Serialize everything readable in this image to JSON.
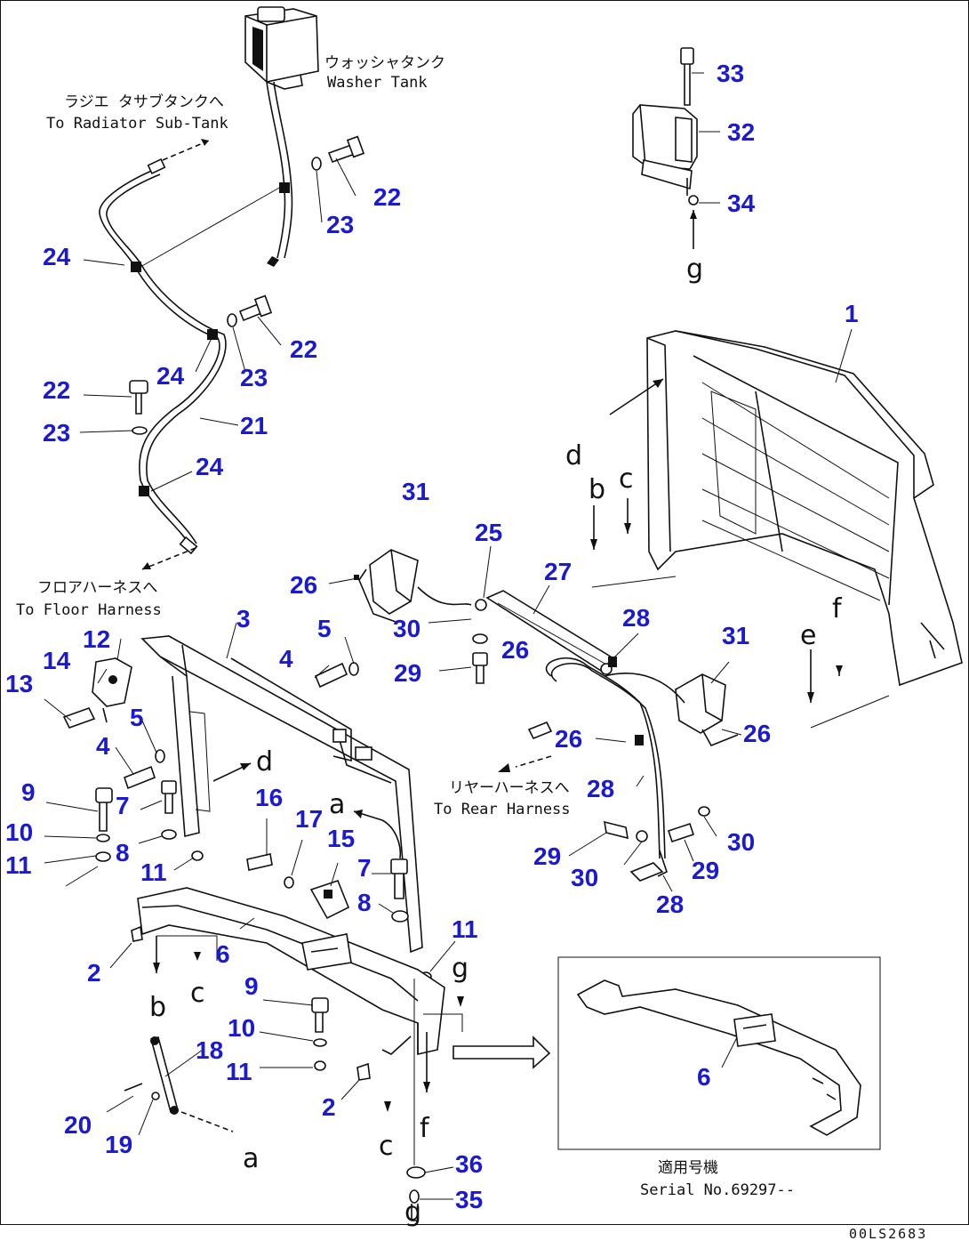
{
  "part_numbers": [
    {
      "id": "p1",
      "label": "1"
    },
    {
      "id": "p3",
      "label": "3"
    },
    {
      "id": "p4a",
      "label": "4"
    },
    {
      "id": "p4b",
      "label": "4"
    },
    {
      "id": "p5a",
      "label": "5"
    },
    {
      "id": "p5b",
      "label": "5"
    },
    {
      "id": "p2a",
      "label": "2"
    },
    {
      "id": "p2b",
      "label": "2"
    },
    {
      "id": "p6a",
      "label": "6"
    },
    {
      "id": "p6b",
      "label": "6"
    },
    {
      "id": "p7a",
      "label": "7"
    },
    {
      "id": "p7b",
      "label": "7"
    },
    {
      "id": "p8a",
      "label": "8"
    },
    {
      "id": "p8b",
      "label": "8"
    },
    {
      "id": "p9a",
      "label": "9"
    },
    {
      "id": "p9b",
      "label": "9"
    },
    {
      "id": "p10a",
      "label": "10"
    },
    {
      "id": "p10b",
      "label": "10"
    },
    {
      "id": "p11a",
      "label": "11"
    },
    {
      "id": "p11b",
      "label": "11"
    },
    {
      "id": "p11c",
      "label": "11"
    },
    {
      "id": "p11d",
      "label": "11"
    },
    {
      "id": "p12",
      "label": "12"
    },
    {
      "id": "p13",
      "label": "13"
    },
    {
      "id": "p14",
      "label": "14"
    },
    {
      "id": "p15",
      "label": "15"
    },
    {
      "id": "p16",
      "label": "16"
    },
    {
      "id": "p17",
      "label": "17"
    },
    {
      "id": "p18",
      "label": "18"
    },
    {
      "id": "p19",
      "label": "19"
    },
    {
      "id": "p20",
      "label": "20"
    },
    {
      "id": "p21",
      "label": "21"
    },
    {
      "id": "p22a",
      "label": "22"
    },
    {
      "id": "p22b",
      "label": "22"
    },
    {
      "id": "p22c",
      "label": "22"
    },
    {
      "id": "p23a",
      "label": "23"
    },
    {
      "id": "p23b",
      "label": "23"
    },
    {
      "id": "p23c",
      "label": "23"
    },
    {
      "id": "p24a",
      "label": "24"
    },
    {
      "id": "p24b",
      "label": "24"
    },
    {
      "id": "p24c",
      "label": "24"
    },
    {
      "id": "p25",
      "label": "25"
    },
    {
      "id": "p26a",
      "label": "26"
    },
    {
      "id": "p26b",
      "label": "26"
    },
    {
      "id": "p26c",
      "label": "26"
    },
    {
      "id": "p26d",
      "label": "26"
    },
    {
      "id": "p27",
      "label": "27"
    },
    {
      "id": "p28a",
      "label": "28"
    },
    {
      "id": "p28b",
      "label": "28"
    },
    {
      "id": "p28c",
      "label": "28"
    },
    {
      "id": "p29a",
      "label": "29"
    },
    {
      "id": "p29b",
      "label": "29"
    },
    {
      "id": "p29c",
      "label": "29"
    },
    {
      "id": "p30a",
      "label": "30"
    },
    {
      "id": "p30b",
      "label": "30"
    },
    {
      "id": "p30c",
      "label": "30"
    },
    {
      "id": "p31a",
      "label": "31"
    },
    {
      "id": "p31b",
      "label": "31"
    },
    {
      "id": "p32",
      "label": "32"
    },
    {
      "id": "p33",
      "label": "33"
    },
    {
      "id": "p34",
      "label": "34"
    },
    {
      "id": "p35",
      "label": "35"
    },
    {
      "id": "p36",
      "label": "36"
    }
  ],
  "notes": {
    "washer_tank_jp": "ウォッシャタンク",
    "washer_tank_en": "Washer Tank",
    "radiator_jp": "ラジエ タサブタンクへ",
    "radiator_en": "To Radiator Sub-Tank",
    "floor_jp": "フロアハーネスへ",
    "floor_en": "To Floor Harness",
    "rear_jp": "リヤーハーネスへ",
    "rear_en": "To Rear Harness",
    "serial_jp": "適用号機",
    "serial_en": "Serial No.69297--"
  },
  "ref_letters": {
    "a1": "a",
    "a2": "a",
    "b1": "b",
    "b2": "b",
    "c1": "c",
    "c2": "c",
    "c3": "c",
    "d1": "d",
    "d2": "d",
    "e1": "e",
    "f1": "f",
    "f2": "f",
    "g1": "g",
    "g2": "g",
    "g3": "g"
  },
  "drawing_code": "00LS2683"
}
